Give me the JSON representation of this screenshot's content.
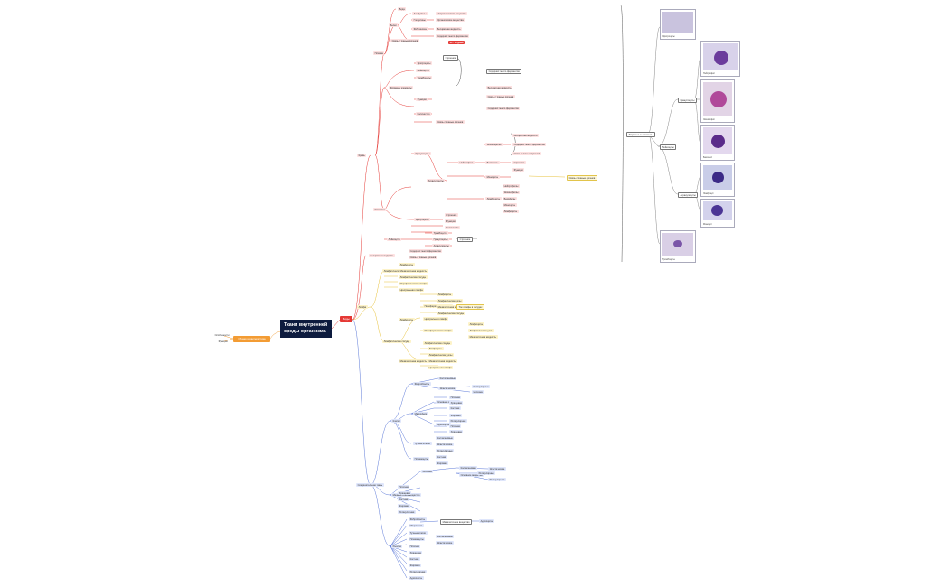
{
  "root": {
    "title": "Ткани внутренней среды организма"
  },
  "main_branch": {
    "label": "Виды"
  },
  "side_branch": {
    "label": "Общая характеристика",
    "items": [
      "Особенности",
      "Функции"
    ]
  },
  "blood": {
    "label": "Кровь",
    "sub_a": "Плазма",
    "sub_b": "Формены элементы",
    "sub_c": "Гемопоэз",
    "plasma_items": [
      "Вода",
      "Белки",
      "Альбумины",
      "Глобулины",
      "Фибриноген",
      "Неорганические вещества",
      "Органические вещества"
    ],
    "fe_items": [
      "Эритроциты",
      "Лейкоциты",
      "Тромбоциты",
      "Строение",
      "Функции",
      "Количество"
    ],
    "leuko_items": [
      "Нейтрофилы",
      "Эозинофилы",
      "Базофилы",
      "Моноциты",
      "Лимфоциты",
      "Гранулоциты",
      "Агранулоциты"
    ],
    "tag": "30 - 40 дней",
    "note1": "Бесцветная жидкость",
    "note2": "Содержит много ферментов",
    "note3": "Связь с тканью органов"
  },
  "lymph": {
    "label": "Лимфа",
    "items": [
      "Лимфоциты",
      "Лимфатические узлы",
      "Межклеточная жидкость",
      "Лимфатические сосуды",
      "Периферическая лимфа",
      "Центральная лимфа"
    ],
    "box": "Ток лимфы в сосудах"
  },
  "connective": {
    "label": "Соединительная ткань",
    "groups": [
      "Клетки",
      "Межклеточное вещество",
      "Волокна",
      "Основное вещество",
      "Фибробласты",
      "Макрофаги",
      "Тучные клетки",
      "Плазмоциты",
      "Адипоциты",
      "Коллагеновые",
      "Эластические",
      "Ретикулярные",
      "Рыхлая",
      "Плотная",
      "Хрящевая",
      "Костная",
      "Жировая",
      "Ретикулярная"
    ],
    "box": "Межклеточное вещество"
  },
  "right_panel": {
    "box1": "Форменные элементы",
    "box2": "Лейкоциты",
    "box3": "Гранулоциты",
    "box4": "Агранулоциты",
    "images": [
      {
        "caption": "Эритроциты"
      },
      {
        "caption": "Нейтрофил"
      },
      {
        "caption": "Эозинофил"
      },
      {
        "caption": "Базофил"
      },
      {
        "caption": "Лимфоцит"
      },
      {
        "caption": "Моноцит"
      },
      {
        "caption": "Тромбоциты"
      }
    ]
  },
  "colors": {
    "blood": "#e53935",
    "lymph": "#e8c23a",
    "connective": "#5b78d8",
    "root": "#0d1b3e",
    "orange": "#f39c34"
  }
}
